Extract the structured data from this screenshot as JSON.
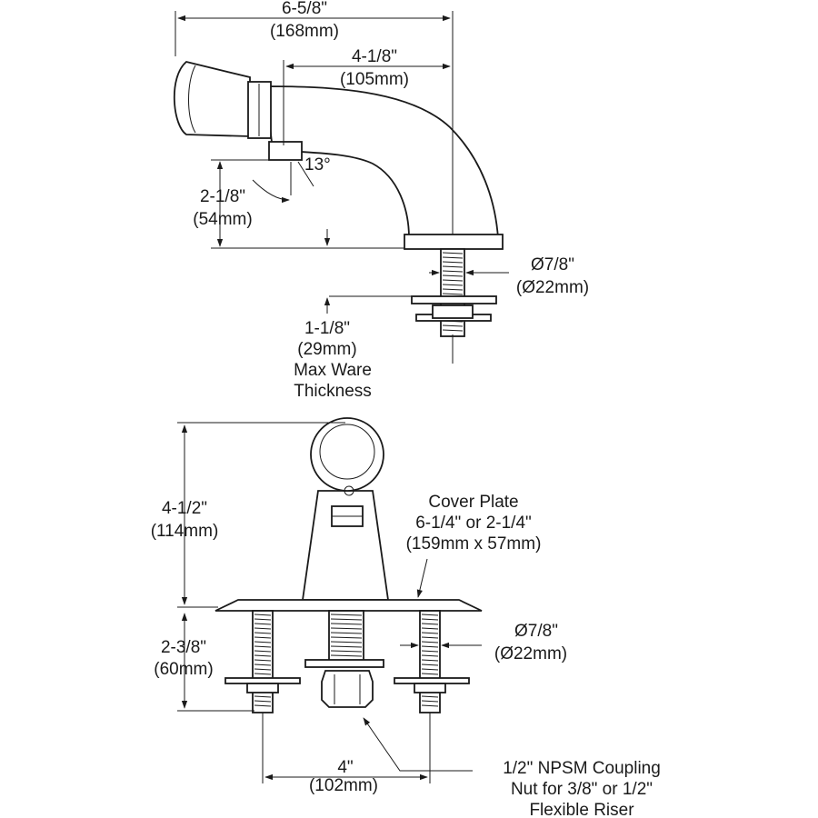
{
  "top_view": {
    "overall_length": {
      "imperial": "6-5/8\"",
      "metric": "(168mm)"
    },
    "spout_reach": {
      "imperial": "4-1/8\"",
      "metric": "(105mm)"
    },
    "angle": "13°",
    "outlet_height": {
      "imperial": "2-1/8\"",
      "metric": "(54mm)"
    },
    "shank_diameter": {
      "imperial": "Ø7/8\"",
      "metric": "(Ø22mm)"
    },
    "ware_thickness": {
      "imperial": "1-1/8\"",
      "metric": "(29mm)",
      "line1": "Max Ware",
      "line2": "Thickness"
    }
  },
  "front_view": {
    "height": {
      "imperial": "4-1/2\"",
      "metric": "(114mm)"
    },
    "cover_plate": {
      "line1": "Cover Plate",
      "line2": "6-1/4\" or 2-1/4\"",
      "line3": "(159mm x 57mm)"
    },
    "shank_diameter": {
      "imperial": "Ø7/8\"",
      "metric": "(Ø22mm)"
    },
    "shank_length": {
      "imperial": "2-3/8\"",
      "metric": "(60mm)"
    },
    "centers": {
      "imperial": "4\"",
      "metric": "(102mm)"
    },
    "coupling_nut": {
      "line1": "1/2\" NPSM Coupling",
      "line2": "Nut for 3/8\" or 1/2\"",
      "line3": "Flexible Riser"
    }
  }
}
